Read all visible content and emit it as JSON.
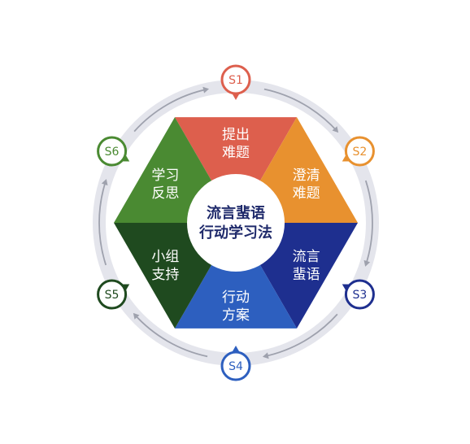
{
  "center": {
    "line1": "流言蜚语",
    "line2": "行动学习法"
  },
  "segments": [
    {
      "line1": "提出",
      "line2": "难题",
      "color": "#dd5f4d"
    },
    {
      "line1": "澄清",
      "line2": "难题",
      "color": "#e8912f"
    },
    {
      "line1": "流言",
      "line2": "蜚语",
      "color": "#1e2f8f"
    },
    {
      "line1": "行动",
      "line2": "方案",
      "color": "#2d5fbf"
    },
    {
      "line1": "小组",
      "line2": "支持",
      "color": "#1f4a1f"
    },
    {
      "line1": "学习",
      "line2": "反思",
      "color": "#4a8a32"
    }
  ],
  "steps": [
    {
      "label": "S1",
      "color": "#dd5f4d"
    },
    {
      "label": "S2",
      "color": "#e8912f"
    },
    {
      "label": "S3",
      "color": "#1e2f8f"
    },
    {
      "label": "S4",
      "color": "#2d5fbf"
    },
    {
      "label": "S5",
      "color": "#1f4a1f"
    },
    {
      "label": "S6",
      "color": "#4a8a32"
    }
  ]
}
